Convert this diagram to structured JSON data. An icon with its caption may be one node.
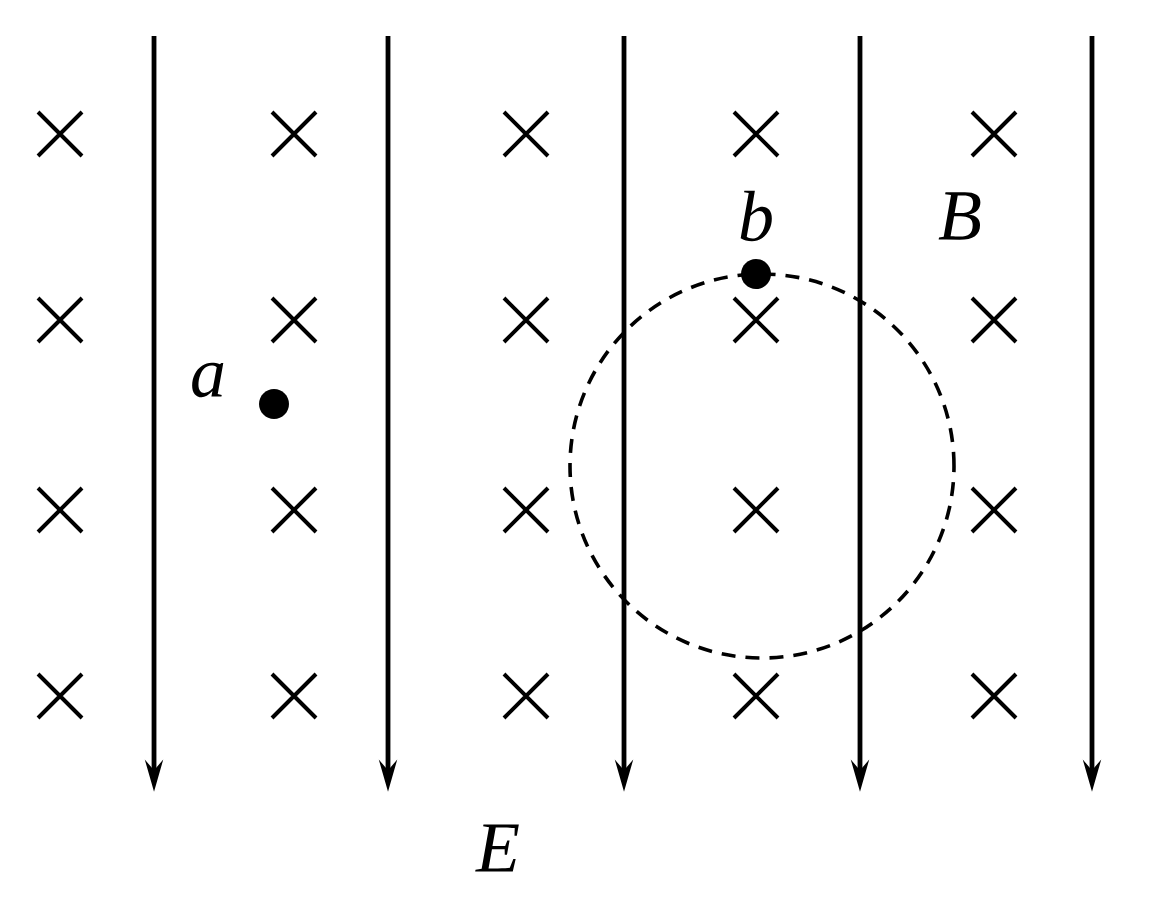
{
  "diagram": {
    "labels": [
      "b",
      "B",
      "a",
      "E"
    ]
  }
}
